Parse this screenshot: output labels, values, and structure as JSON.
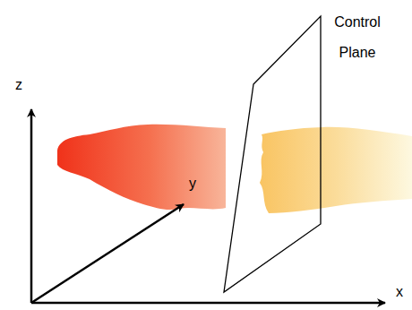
{
  "diagram": {
    "labels": [
      "Control Plane",
      "z",
      "y",
      "x"
    ]
  }
}
